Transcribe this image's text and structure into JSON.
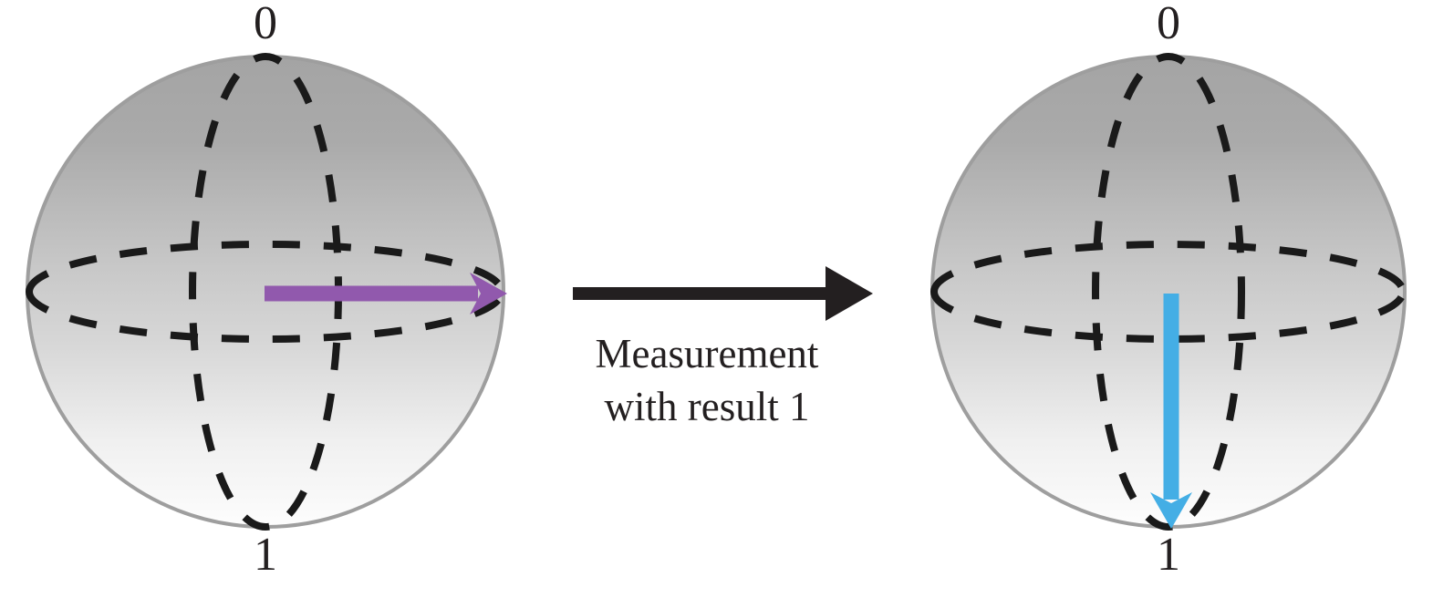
{
  "figure": {
    "type": "bloch-sphere-measurement-diagram",
    "background_color": "#ffffff"
  },
  "left_sphere": {
    "name": "initial-state-bloch-sphere",
    "top_label": "0",
    "bottom_label": "1",
    "sphere_outline_color": "#9a9a9a",
    "gradient_top_color": "#a8a8a8",
    "gradient_bottom_color": "#fcfcfc",
    "grid_color": "#1a1a1a",
    "grid_style": "dashed",
    "state_vector": {
      "name": "purple-state-arrow",
      "color": "#9159ad",
      "direction": "right",
      "description": "equatorial superposition state pointing along +x"
    }
  },
  "transition": {
    "arrow": {
      "name": "measurement-arrow",
      "color": "#231f20",
      "direction": "right"
    },
    "caption_lines": [
      "Measurement",
      "with result 1"
    ]
  },
  "right_sphere": {
    "name": "collapsed-state-bloch-sphere",
    "top_label": "0",
    "bottom_label": "1",
    "sphere_outline_color": "#9a9a9a",
    "gradient_top_color": "#a8a8a8",
    "gradient_bottom_color": "#fcfcfc",
    "grid_color": "#1a1a1a",
    "grid_style": "dashed",
    "state_vector": {
      "name": "blue-state-arrow",
      "color": "#44aee5",
      "direction": "down",
      "description": "collapsed state pointing to the 1 pole"
    }
  }
}
